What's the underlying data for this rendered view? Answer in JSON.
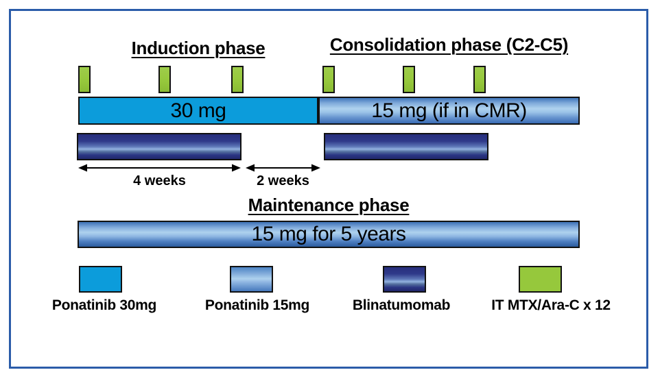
{
  "diagram": {
    "kind": "treatment-schema",
    "frame_border_color": "#2B5CA9",
    "titles": {
      "induction": "Induction phase",
      "consolidation": "Consolidation phase (C2-C5)",
      "maintenance": "Maintenance phase"
    },
    "bars": {
      "ponatinib_30": "30 mg",
      "ponatinib_15": "15 mg (if in CMR)",
      "maintenance": "15 mg for 5 years"
    },
    "timeline": {
      "induction_duration": "4 weeks",
      "gap_duration": "2 weeks"
    },
    "it_dose_ticks": {
      "total": 6,
      "induction_count": 3,
      "consolidation_count": 3,
      "color": "#96C83C"
    },
    "colors": {
      "ponatinib_30": "#0C9CDB",
      "ponatinib_15_light": "#AFD2EE",
      "ponatinib_15_dark": "#3A6CB4",
      "blinatumomab_dark": "#272E7C",
      "blinatumomab_light": "#93B2E0",
      "it_green": "#96C83C",
      "outline": "#111111",
      "text": "#000000"
    }
  },
  "legend": {
    "items": [
      {
        "label": "Ponatinib 30mg",
        "color": "#0C9CDB",
        "style": "solid-cyan"
      },
      {
        "label": "Ponatinib 15mg",
        "color": "#AFD2EE",
        "style": "gradient-lightblue"
      },
      {
        "label": "Blinatumomab",
        "color": "#272E7C",
        "style": "gradient-navy"
      },
      {
        "label": "IT MTX/Ara-C x 12",
        "color": "#96C83C",
        "style": "solid-green"
      }
    ]
  }
}
